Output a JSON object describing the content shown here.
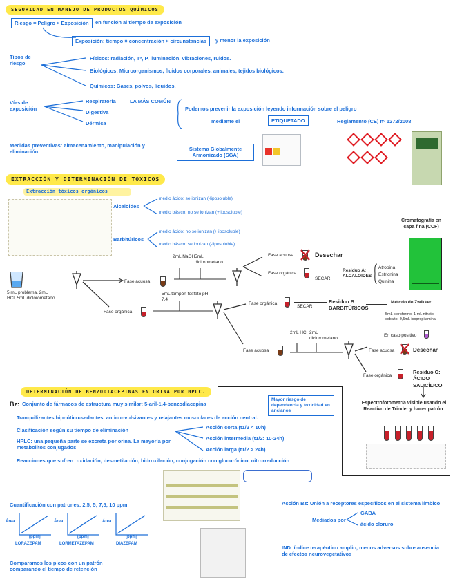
{
  "sec1": {
    "title": "SEGURIDAD EN MANEJO DE PRODUCTOS QUÍMICOS",
    "riesgo": "Riesgo = Peligro × Exposición",
    "en_funcion": "en función al tiempo de exposición",
    "exposicion": "Exposición: tiempo × concentración × circunstancias",
    "y_menor": "y menor la exposición",
    "tipos": "Tipos de riesgo",
    "fisicos": "Físicos: radiación, Tª, P, iluminación, vibraciones, ruidos.",
    "biologicos": "Biológicos: Microorganismos, fluidos corporales, animales, tejidos biológicos.",
    "quimicos": "Químicos: Gases, polvos, líquidos.",
    "vias": "Vías de exposición",
    "respiratoria": "Respiratoria",
    "mas_comun": "LA MÁS COMÚN",
    "digestiva": "Digestiva",
    "dermica": "Dérmica",
    "podemos": "Podemos prevenir la exposición leyendo información sobre el peligro",
    "mediante": "mediante el",
    "etiquetado": "ETIQUETADO",
    "reglamento": "Reglamento (CE) nº 1272/2008",
    "medidas": "Medidas preventivas: almacenamiento, manipulación y eliminación.",
    "sga": "Sistema Globalmente Armonizado (SGA)"
  },
  "sec2": {
    "title": "EXTRACCIÓN Y DETERMINACIÓN DE TÓXICOS",
    "subtitle": "Extracción tóxicos orgánicos",
    "alcaloides": "Alcaloides",
    "barbituricos": "Barbitúricos",
    "alc_acido": "medio ácido: se ionizan (-liposoluble)",
    "alc_basico": "medio básico: no se ionizan (+liposoluble)",
    "bar_acido": "medio ácido: no se ionizan (+liposoluble)",
    "bar_basico": "medio básico: se ionizan (-liposoluble)",
    "muestra": "5 mL problema, 2mL HCl, 5mL diclorometano",
    "fase_acuosa": "Fase acuosa",
    "fase_organica": "Fase orgánica",
    "reactivos1": "2mL NaOH",
    "reactivos1b": "5mL diclorometano",
    "desechar": "Desechar",
    "secar": "SECAR",
    "residuo_a": "Residuo A: ALCALOIDES",
    "atropina": "Atropina",
    "estricnina": "Estricnina",
    "quinina": "Quinina",
    "tampon": "5mL tampón fosfato pH 7,4",
    "residuo_b": "Residuo B: BARBITÚRICOS",
    "metodo_zwikker": "Método de Zwikker",
    "zwikker_det": "5mL cloroformo, 1 mL nitrato cobalto, 0,5mL isopropilamina",
    "caso_positivo": "En caso positivo",
    "reactivos3": "2mL HCl",
    "reactivos3b": "2mL diclorometano",
    "residuo_c": "Residuo C: ÁCIDO SALICÍLICO",
    "ccf": "Cromatografía en capa fina (CCF)",
    "espectro": "Espectrofotometría visible usando el Reactivo de Trinder y hacer patrón:"
  },
  "sec3": {
    "title": "DETERMINACIÓN DE BENZODIACEPINAS EN ORINA POR HPLC.",
    "bz": "Bz:",
    "conjunto": "Conjunto de fármacos de estructura muy similar: 5-aril-1,4-benzodiacepina",
    "mayor_riesgo": "Mayor riesgo de dependencia y toxicidad en ancianos",
    "tranq": "Tranquilizantes hipnótico-sedantes, anticonvulsivantes y relajantes musculares de acción central.",
    "clasif": "Clasificación según su tiempo de eliminación",
    "accion_corta": "Acción corta (t1/2 < 10h)",
    "accion_inter": "Acción intermedia (t1/2: 10-24h)",
    "accion_larga": "Acción larga (t1/2 > 24h)",
    "hplc": "HPLC: una pequeña parte se excreta por orina. La mayoría por metabolitos conjugados",
    "reacciones": "Reacciones que sufren: oxidación, desmetilación, hidroxilación, conjugación con glucurónico, nitrorreducción",
    "cuantif": "Cuantificación con patrones: 2,5; 5; 7,5; 10 ppm",
    "area": "Área",
    "conc": "[ppm]",
    "lorazepam": "LORAZEPAM",
    "lormetazepam": "LORMETAZEPAM",
    "diazepam": "DIAZEPAM",
    "comparamos": "Comparamos los picos con un patrón comparando el tiempo de retención",
    "accion_bz": "Acción Bz: Unión a receptores específicos en el sistema límbico",
    "mediados": "Mediados por",
    "gaba": "GABA",
    "acido_cloro": "ácido cloruro",
    "ind": "IND: índice terapéutico amplio, menos adversos sobre ausencia de efectos neurovegetativos"
  },
  "colors": {
    "highlight": "#ffe94a",
    "ink_blue": "#1d6fd8",
    "ink_red": "#c8202a",
    "ccf_green": "#22c23a"
  }
}
